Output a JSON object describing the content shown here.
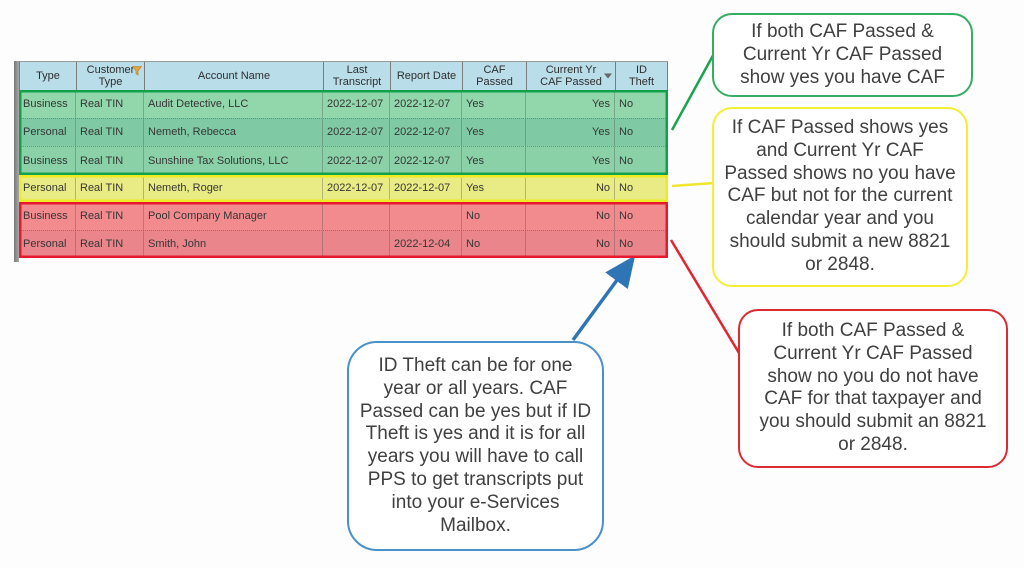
{
  "table": {
    "headers": [
      {
        "label": "Type"
      },
      {
        "label": "Customer\nType",
        "icon": "filter-icon"
      },
      {
        "label": "Account Name"
      },
      {
        "label": "Last\nTranscript"
      },
      {
        "label": "Report Date"
      },
      {
        "label": "CAF\nPassed"
      },
      {
        "label": "Current Yr\nCAF Passed",
        "icon": "dropdown-arrow-icon"
      },
      {
        "label": "ID\nTheft"
      }
    ],
    "header_bg": "#b9dde9",
    "rows": [
      {
        "type": "Business",
        "customer_type": "Real TIN",
        "account_name": "Audit Detective, LLC",
        "last_transcript": "2022-12-07",
        "report_date": "2022-12-07",
        "caf_passed": "Yes",
        "current_yr_caf_passed": "Yes",
        "id_theft": "No",
        "highlight": "green",
        "row_color": "#92d6ab"
      },
      {
        "type": "Personal",
        "customer_type": "Real TIN",
        "account_name": "Nemeth, Rebecca",
        "last_transcript": "2022-12-07",
        "report_date": "2022-12-07",
        "caf_passed": "Yes",
        "current_yr_caf_passed": "Yes",
        "id_theft": "No",
        "highlight": "green",
        "row_color": "#7fcaa4"
      },
      {
        "type": "Business",
        "customer_type": "Real TIN",
        "account_name": "Sunshine Tax Solutions, LLC",
        "last_transcript": "2022-12-07",
        "report_date": "2022-12-07",
        "caf_passed": "Yes",
        "current_yr_caf_passed": "Yes",
        "id_theft": "No",
        "highlight": "green",
        "row_color": "#8ad1a8"
      },
      {
        "type": "Personal",
        "customer_type": "Real TIN",
        "account_name": "Nemeth, Roger",
        "last_transcript": "2022-12-07",
        "report_date": "2022-12-07",
        "caf_passed": "Yes",
        "current_yr_caf_passed": "No",
        "id_theft": "No",
        "highlight": "yellow",
        "row_color": "#e9ec84"
      },
      {
        "type": "Business",
        "customer_type": "Real TIN",
        "account_name": "Pool Company Manager",
        "last_transcript": "",
        "report_date": "",
        "caf_passed": "No",
        "current_yr_caf_passed": "No",
        "id_theft": "No",
        "highlight": "red",
        "row_color": "#f28b8e"
      },
      {
        "type": "Personal",
        "customer_type": "Real TIN",
        "account_name": "Smith, John",
        "last_transcript": "",
        "report_date": "2022-12-04",
        "caf_passed": "No",
        "current_yr_caf_passed": "No",
        "id_theft": "No",
        "highlight": "red",
        "row_color": "#e9858b"
      }
    ],
    "group_border_colors": {
      "green": "#12a14b",
      "yellow": "#ecec25",
      "red": "#e6192e"
    }
  },
  "callouts": {
    "green": {
      "text": "If both CAF Passed & Current Yr CAF Passed show yes you have CAF",
      "border_color": "#35ad63"
    },
    "yellow": {
      "text": "If CAF Passed shows yes and Current Yr CAF Passed shows no you have CAF but not for the current calendar year and you should submit a new 8821 or 2848.",
      "border_color": "#f4ee35"
    },
    "red": {
      "text": "If both CAF Passed & Current Yr CAF Passed show no you do not have CAF for that taxpayer and you should submit an 8821 or 2848.",
      "border_color": "#dd2b33"
    },
    "blue": {
      "text": "ID Theft can be for one year or all years. CAF Passed can be yes but if ID Theft is yes and it is for all years you will have to call PPS to get transcripts put into your e-Services Mailbox.",
      "border_color": "#4a90c9"
    }
  },
  "connectors": {
    "green": {
      "color": "#1aa34f"
    },
    "yellow": {
      "color": "#f0e62e"
    },
    "red": {
      "color": "#e3242e"
    },
    "blue": {
      "color": "#2e75b6"
    }
  },
  "icons": {
    "filter": "funnel",
    "dropdown": "chevron-down",
    "arrow": "blue-arrow"
  }
}
